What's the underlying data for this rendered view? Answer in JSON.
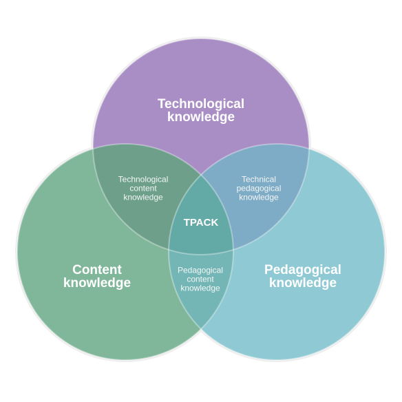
{
  "diagram": {
    "colors": {
      "technological": "#a98dc5",
      "content": "#80b79b",
      "pedagogical": "#8fc9d3",
      "tech_content_overlap": "#6d9f8b",
      "tech_pedagogical_overlap": "#7eabc5",
      "pedagogical_content_overlap": "#74b6b5",
      "center": "#63aaa6",
      "ring": "#eeeeee"
    },
    "sets": {
      "technological": {
        "line1": "Technological",
        "line2": "knowledge"
      },
      "content": {
        "line1": "Content",
        "line2": "knowledge"
      },
      "pedagogical": {
        "line1": "Pedagogical",
        "line2": "knowledge"
      }
    },
    "overlaps": {
      "technological_content": {
        "line1": "Technological",
        "line2": "content",
        "line3": "knowledge"
      },
      "technical_pedagogical": {
        "line1": "Technical",
        "line2": "pedagogical",
        "line3": "knowledge"
      },
      "pedagogical_content": {
        "line1": "Pedagogical",
        "line2": "content",
        "line3": "knowledge"
      }
    },
    "center": {
      "label": "TPACK"
    }
  }
}
